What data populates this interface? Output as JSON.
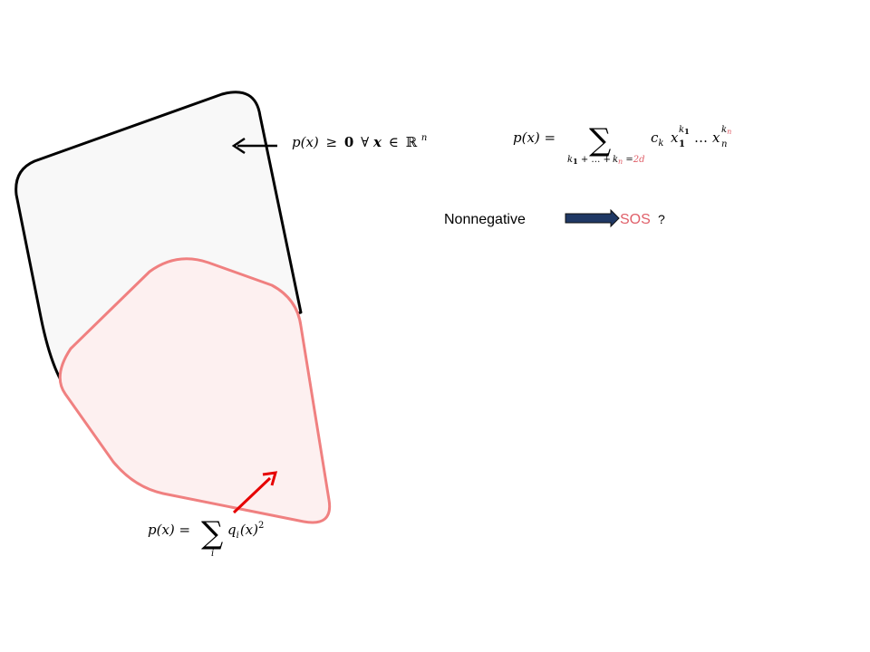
{
  "colors": {
    "outline_black": "#000000",
    "outer_fill": "#f8f8f8",
    "inner_stroke": "#f08080",
    "inner_fill": "#fdf0f0",
    "red_arrow": "#e60000",
    "blue_arrow_fill": "#1f3864",
    "sos_color": "#e0606a",
    "red_sub": "#e0606a"
  },
  "labels": {
    "nonneg_condition": {
      "lhs": "p(x)",
      "geq": "≥",
      "zero": "0",
      "forall": "∀",
      "x": "x",
      "in": "∈",
      "R": "ℝ",
      "n": "n"
    },
    "poly_def": {
      "lhs": "p(x) =",
      "sigma": "∑",
      "sub_k1": "k",
      "sub_one": "1",
      "sub_plus_dots": " + … +",
      "sub_kn": "k",
      "sub_n": "n",
      "sub_eq": " =",
      "sub_2d": "2d",
      "c": "c",
      "c_sub": "k",
      "x1": "x",
      "x1_sub": "1",
      "x1_sup": "k",
      "x1_sup_sub": "1",
      "dots": "…",
      "xn": "x",
      "xn_sub": "n",
      "xn_sup": "k",
      "xn_sup_sub": "n"
    },
    "sos_def": {
      "lhs": "p(x) =",
      "sigma": "∑",
      "sub_i": "i",
      "q": "q",
      "q_sub": "i",
      "arg": "(x)",
      "sup": "2"
    },
    "question": {
      "nonnegative": "Nonnegative",
      "sos": "SOS",
      "qmark": "?"
    }
  }
}
